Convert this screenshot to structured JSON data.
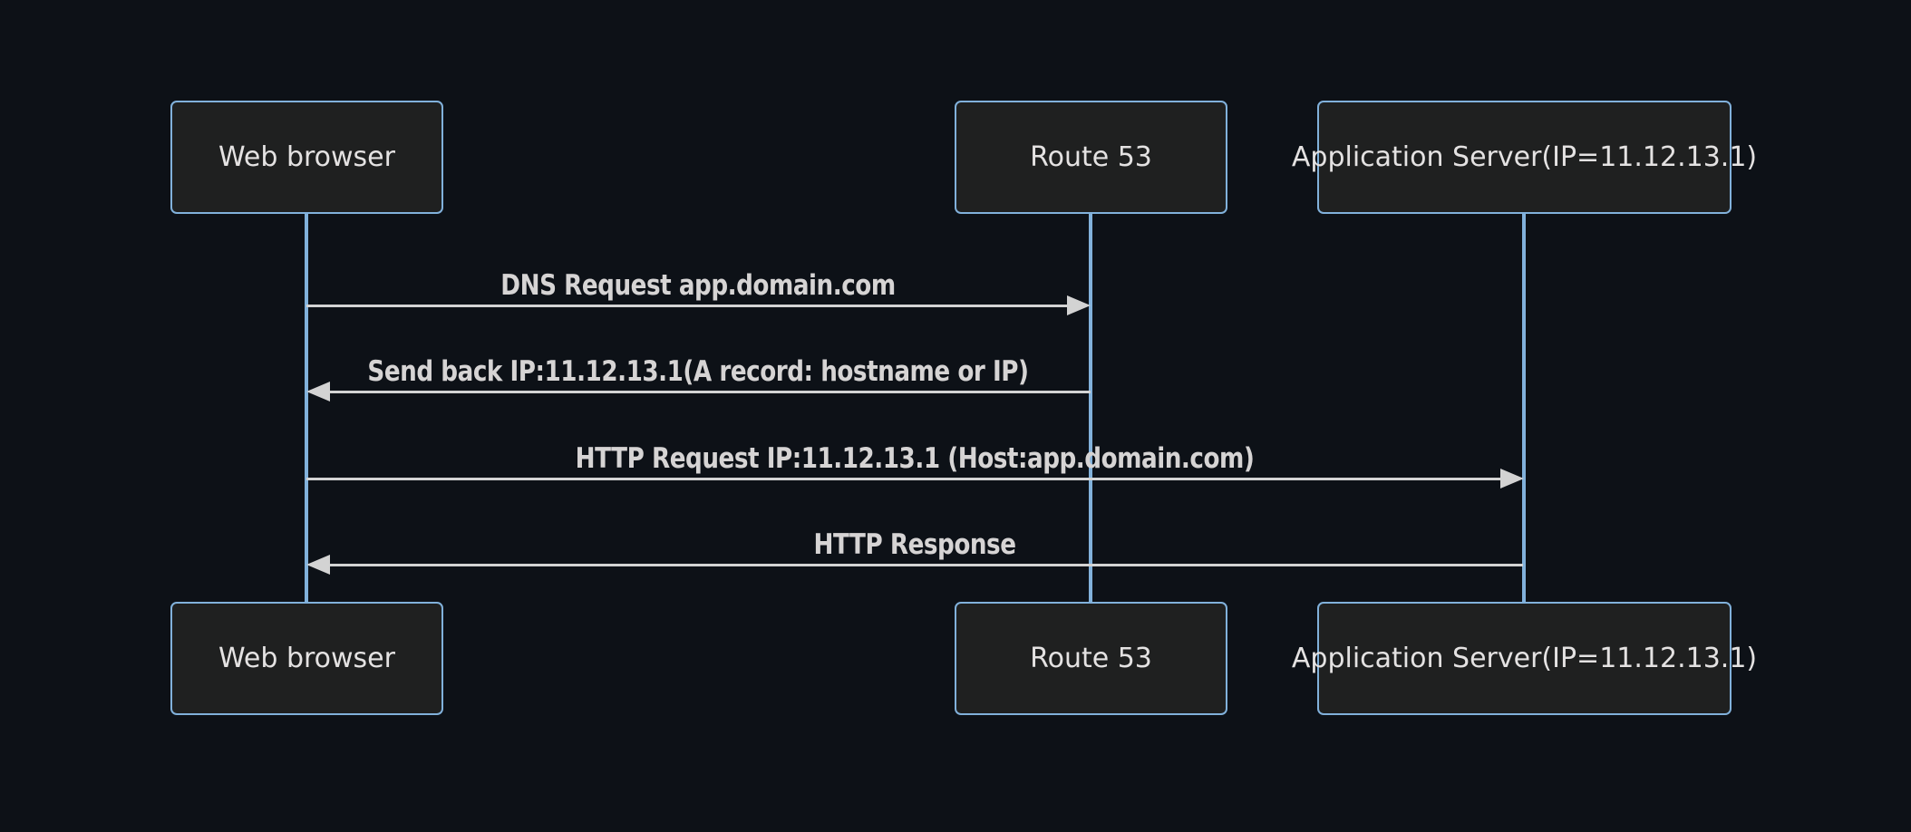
{
  "diagram": {
    "type": "sequence-diagram",
    "actors": [
      {
        "id": "web-browser",
        "label": "Web browser"
      },
      {
        "id": "route-53",
        "label": "Route 53"
      },
      {
        "id": "application-server",
        "label": "Application Server(IP=11.12.13.1)"
      }
    ],
    "messages": [
      {
        "from": "web-browser",
        "to": "route-53",
        "direction": "right",
        "label": "DNS Request app.domain.com"
      },
      {
        "from": "route-53",
        "to": "web-browser",
        "direction": "left",
        "label": "Send back IP:11.12.13.1(A record: hostname or IP)"
      },
      {
        "from": "web-browser",
        "to": "application-server",
        "direction": "right",
        "label": "HTTP Request IP:11.12.13.1 (Host:app.domain.com)"
      },
      {
        "from": "application-server",
        "to": "web-browser",
        "direction": "left",
        "label": "HTTP Response"
      }
    ],
    "colors": {
      "background": "#0d1117",
      "actor_fill": "#1f2020",
      "actor_border": "#81b1db",
      "lifeline": "#81b1db",
      "signal": "#d3d3d3",
      "actor_text": "#e4e2e2",
      "message_text": "#d6d4d4"
    }
  }
}
